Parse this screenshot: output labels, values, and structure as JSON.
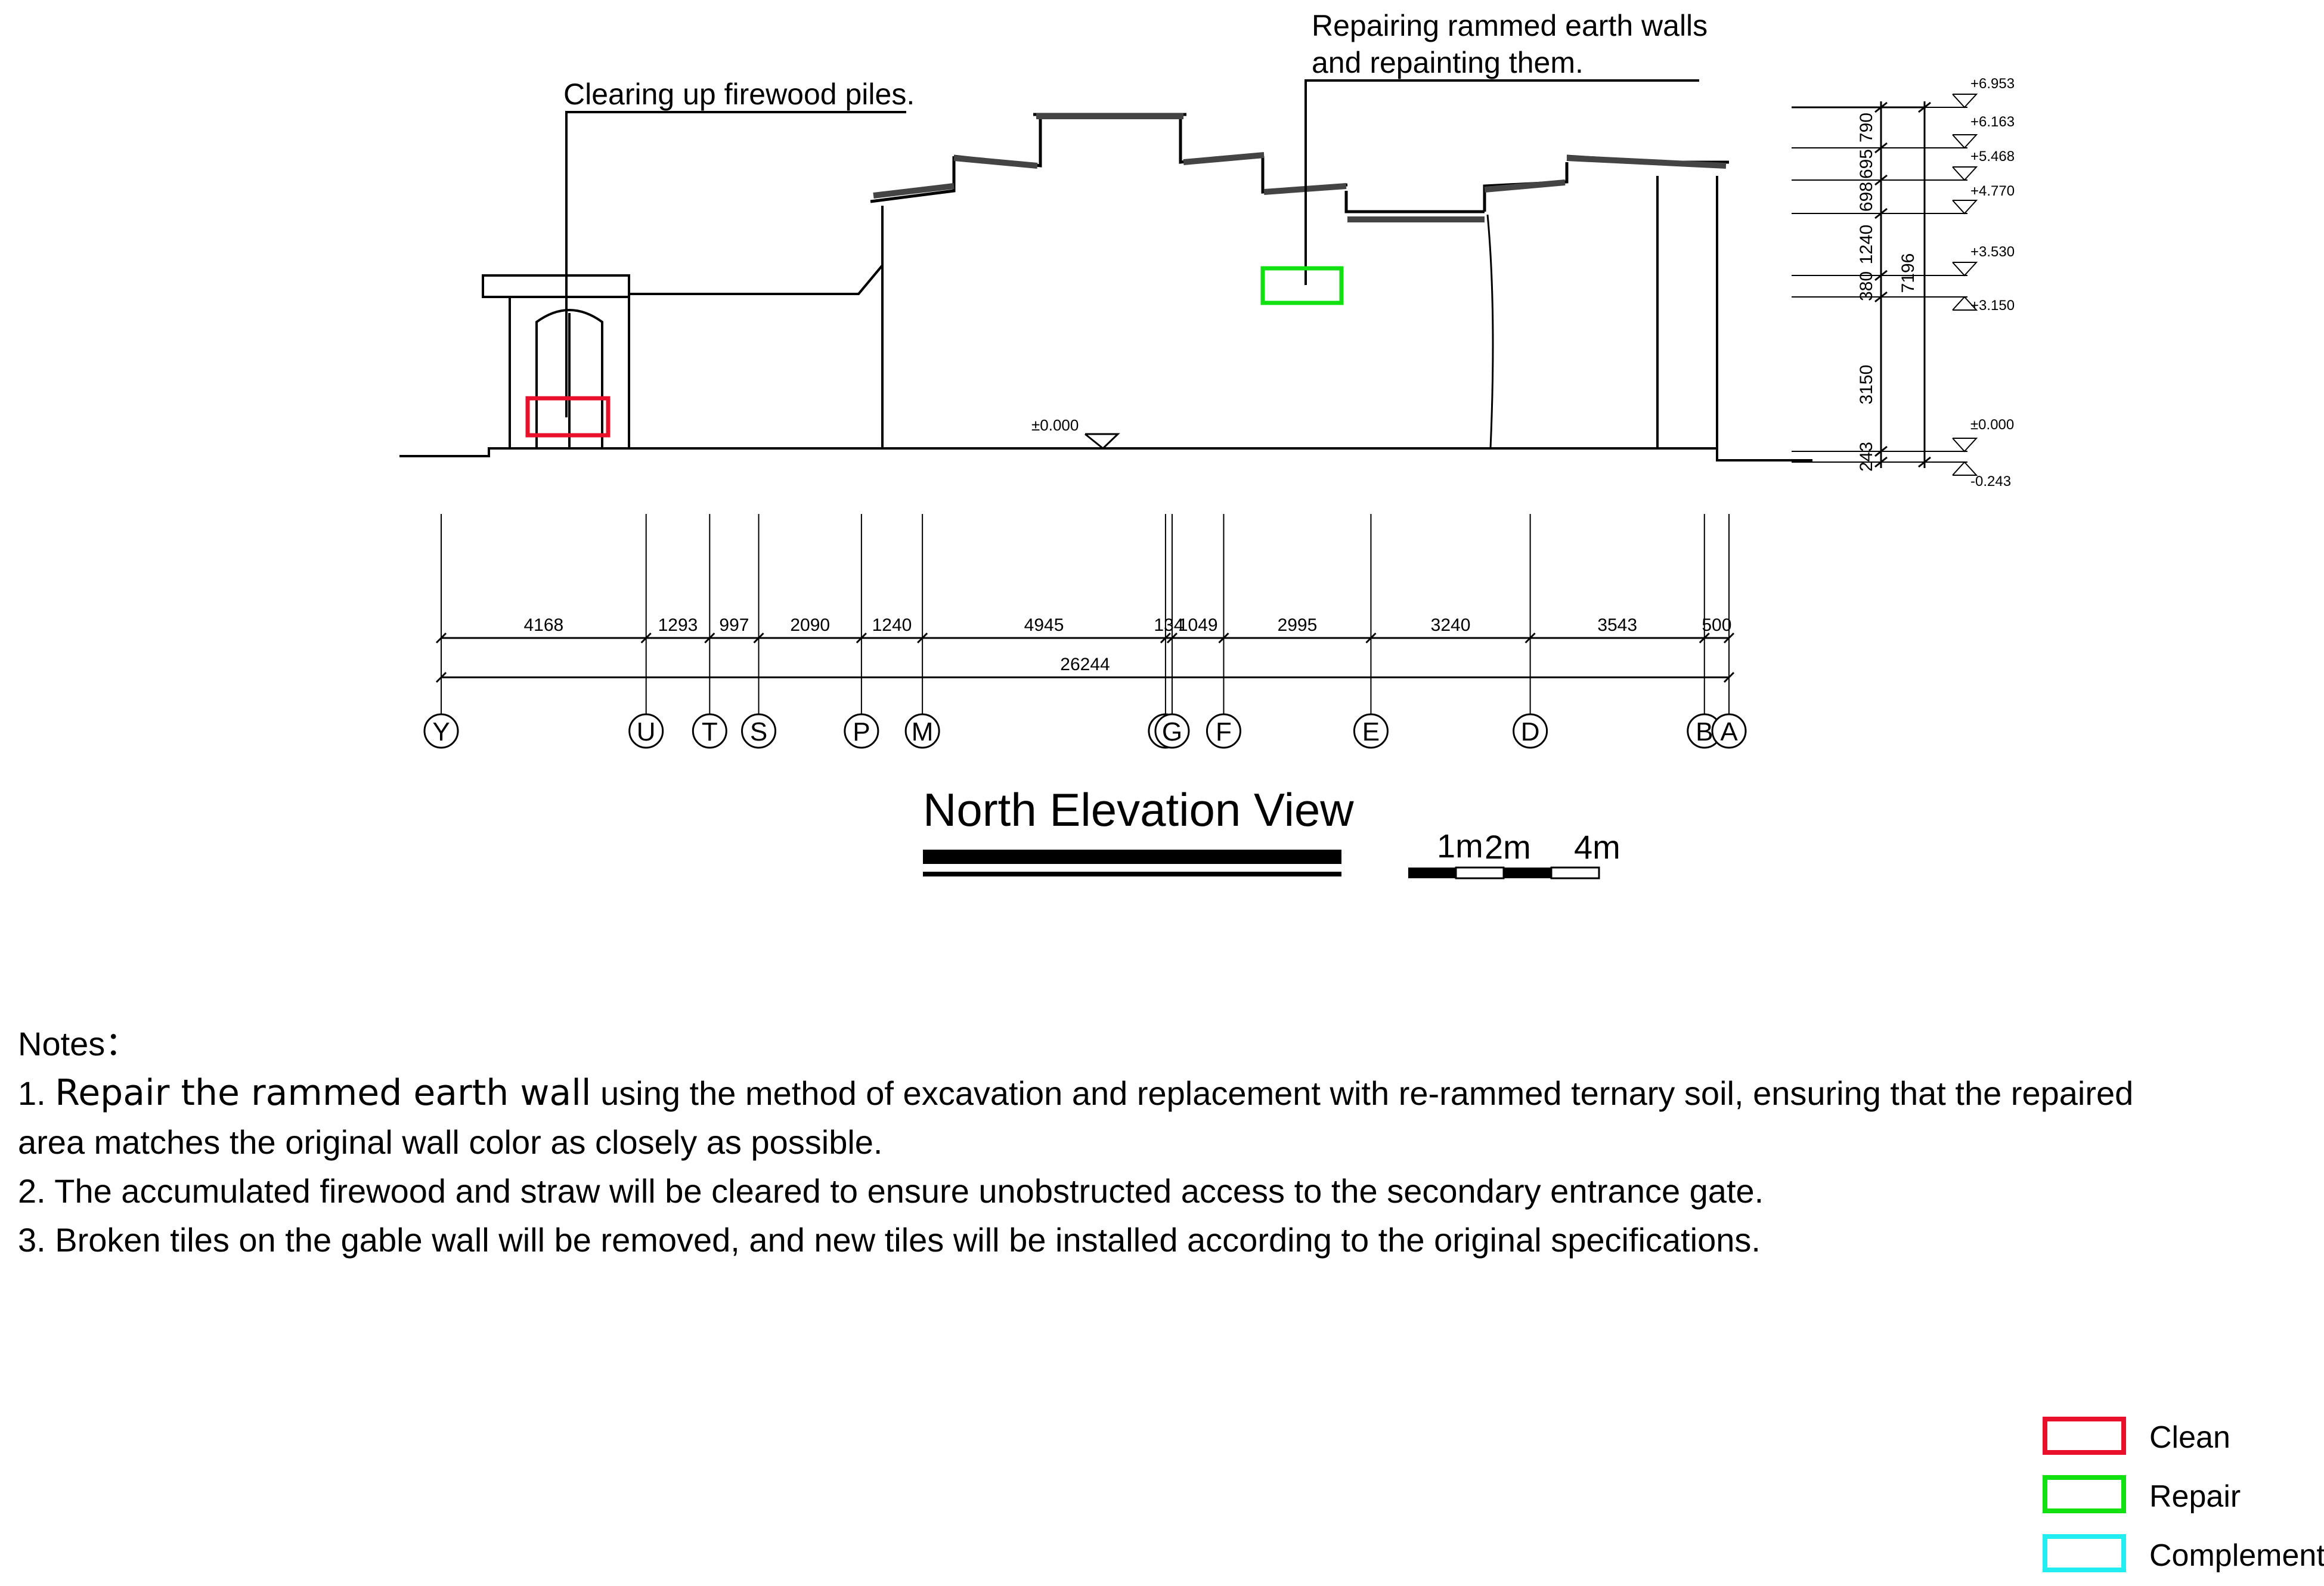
{
  "callouts": {
    "firewood": "Clearing up firewood piles.",
    "wall_line1": "Repairing rammed earth walls",
    "wall_line2": "and repainting them."
  },
  "datum_label": "±0.000",
  "levels": [
    "+6.953",
    "+6.163",
    "+5.468",
    "+4.770",
    "+3.530",
    "+3.150",
    "±0.000",
    "-0.243"
  ],
  "level_dims": [
    "790",
    "695",
    "698",
    "1240",
    "380",
    "3150",
    "243"
  ],
  "total_height": "7196",
  "spans": [
    "4168",
    "1293",
    "997",
    "2090",
    "1240",
    "4945",
    "134",
    "1049",
    "2995",
    "3240",
    "3543",
    "500"
  ],
  "total_span": "26244",
  "axes": [
    "Y",
    "U",
    "T",
    "S",
    "P",
    "M",
    "H",
    "G",
    "F",
    "E",
    "D",
    "B",
    "A"
  ],
  "title": "North Elevation View",
  "scale_labels": [
    "1m",
    "2m",
    "4m"
  ],
  "notes": {
    "heading": "Notes：",
    "n1_prefix": "1. ",
    "n1_emph": "Repair the rammed earth wall",
    "n1_line1_rest": " using the method of excavation and replacement with re-rammed ternary soil, ensuring that the repaired",
    "n1_line2": "area matches the original wall color as closely as possible.",
    "n2": "2. The accumulated firewood and straw will be cleared to ensure unobstructed access to the secondary entrance gate.",
    "n3": "3. Broken tiles on the gable wall will be removed, and new tiles will be installed according to the original specifications."
  },
  "legend": [
    {
      "label": "Clean",
      "color": "#e8102a"
    },
    {
      "label": "Repair",
      "color": "#11e011"
    },
    {
      "label": "Complement",
      "color": "#22eef2"
    }
  ]
}
